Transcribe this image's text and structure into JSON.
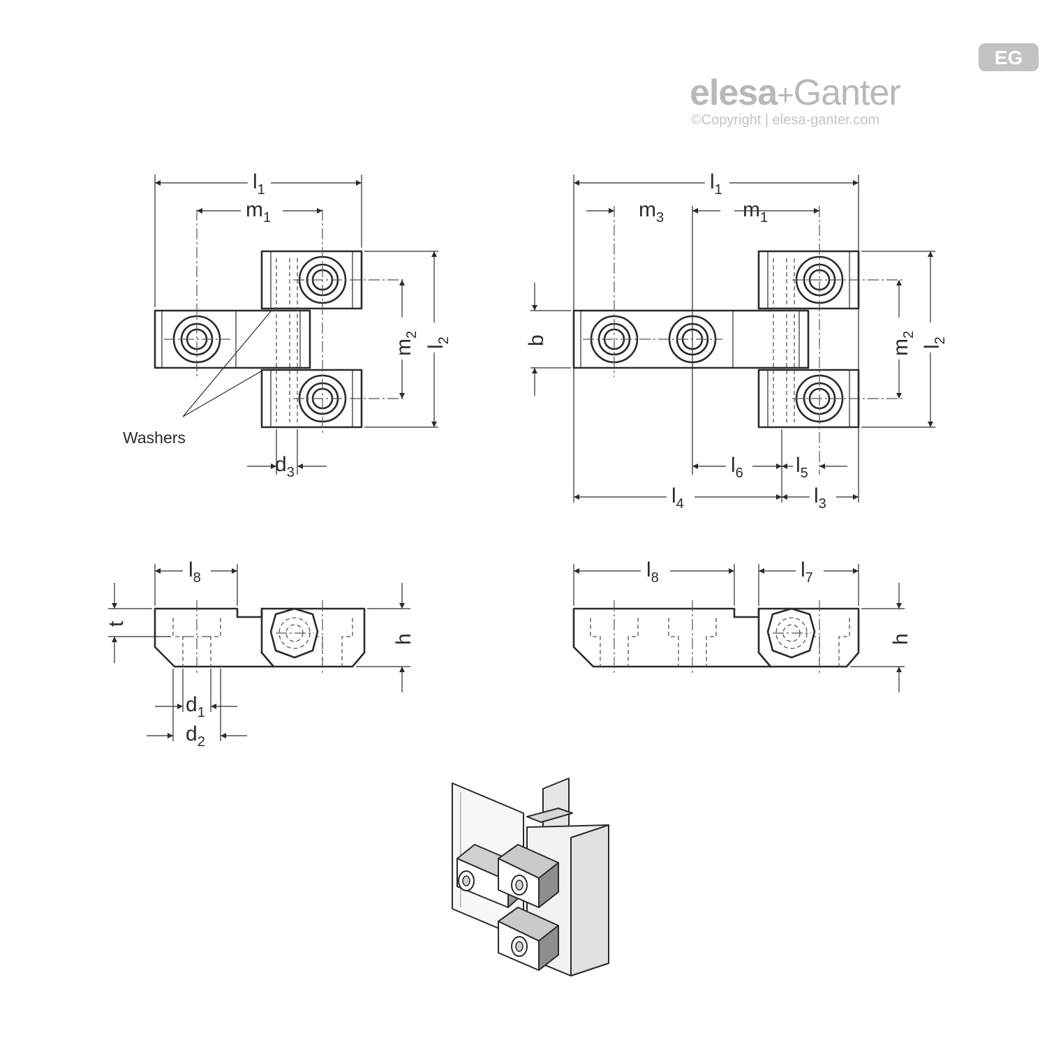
{
  "brand": {
    "badge": "EG",
    "name_part1": "elesa",
    "plus": "+",
    "name_part2": "Ganter",
    "copyright": "©Copyright | elesa-ganter.com"
  },
  "top_left_view": {
    "l1": {
      "base": "l",
      "sub": "1"
    },
    "m1": {
      "base": "m",
      "sub": "1"
    },
    "m2": {
      "base": "m",
      "sub": "2"
    },
    "l2": {
      "base": "l",
      "sub": "2"
    },
    "d3": {
      "base": "d",
      "sub": "3"
    },
    "washers": "Washers"
  },
  "top_right_view": {
    "l1": {
      "base": "l",
      "sub": "1"
    },
    "m3": {
      "base": "m",
      "sub": "3"
    },
    "m1": {
      "base": "m",
      "sub": "1"
    },
    "b": "b",
    "m2": {
      "base": "m",
      "sub": "2"
    },
    "l2": {
      "base": "l",
      "sub": "2"
    },
    "l6": {
      "base": "l",
      "sub": "6"
    },
    "l5": {
      "base": "l",
      "sub": "5"
    },
    "l4": {
      "base": "l",
      "sub": "4"
    },
    "l3": {
      "base": "l",
      "sub": "3"
    }
  },
  "bottom_left_view": {
    "l8": {
      "base": "l",
      "sub": "8"
    },
    "t": "t",
    "h": "h",
    "d1": {
      "base": "d",
      "sub": "1"
    },
    "d2": {
      "base": "d",
      "sub": "2"
    }
  },
  "bottom_right_view": {
    "l8": {
      "base": "l",
      "sub": "8"
    },
    "l7": {
      "base": "l",
      "sub": "7"
    },
    "h": "h"
  }
}
